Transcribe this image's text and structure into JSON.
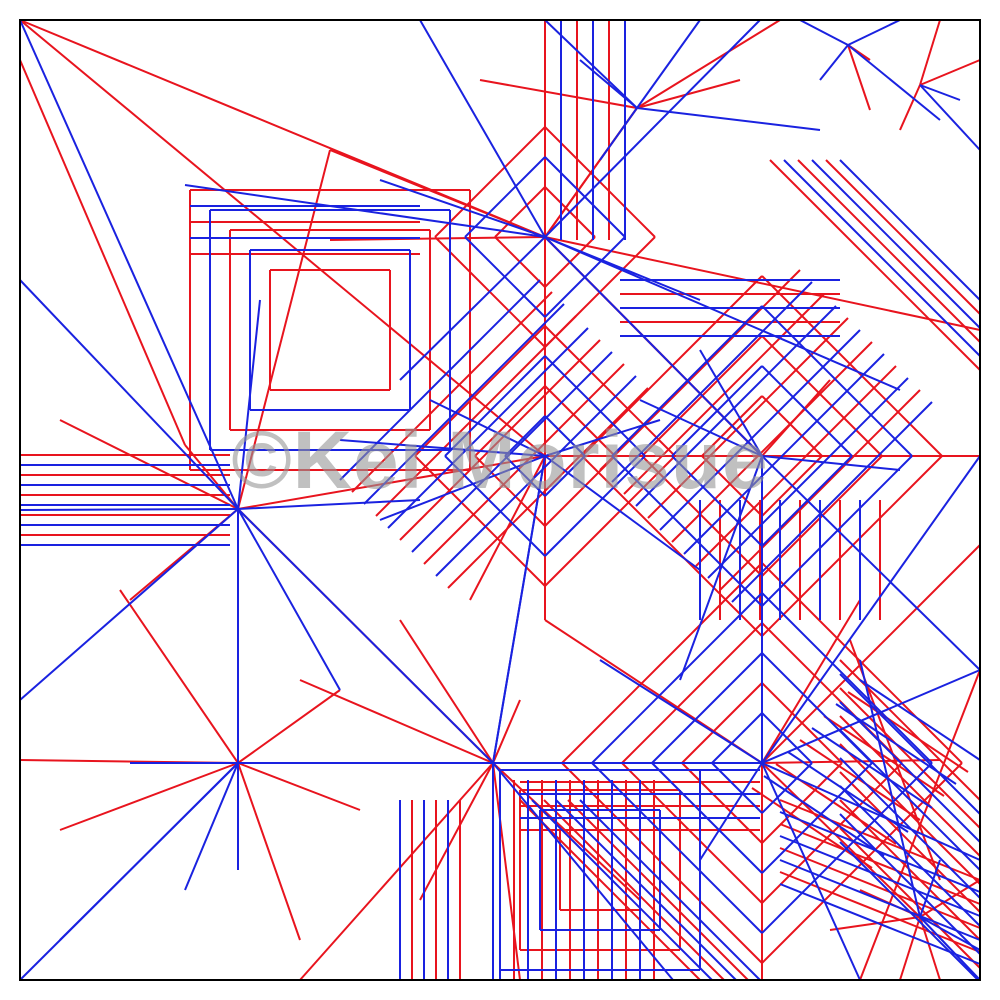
{
  "watermark": {
    "text": "©Kei Morisue"
  },
  "colors": {
    "mountain": "#e8141e",
    "valley": "#1a22e0",
    "border": "#000000",
    "paper": "#ffffff",
    "watermark": "#969696"
  },
  "diagram": {
    "type": "origami crease pattern",
    "line_types": [
      "mountain",
      "valley",
      "border"
    ]
  }
}
